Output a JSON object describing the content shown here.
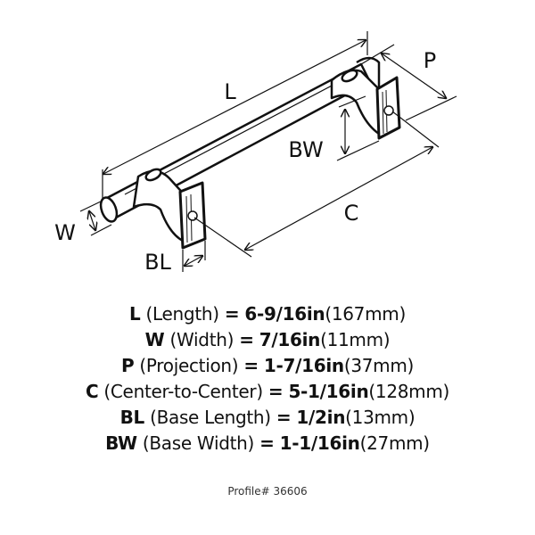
{
  "diagram": {
    "labels": {
      "L": "L",
      "P": "P",
      "BW": "BW",
      "C": "C",
      "W": "W",
      "BL": "BL"
    }
  },
  "specs": [
    {
      "key": "L",
      "name": "(Length)",
      "eq": "=",
      "inch": "6-9/16in",
      "mm": "(167mm)"
    },
    {
      "key": "W",
      "name": "(Width)",
      "eq": "=",
      "inch": "7/16in",
      "mm": "(11mm)"
    },
    {
      "key": "P",
      "name": "(Projection)",
      "eq": "=",
      "inch": "1-7/16in",
      "mm": "(37mm)"
    },
    {
      "key": "C",
      "name": "(Center-to-Center)",
      "eq": "=",
      "inch": "5-1/16in",
      "mm": "(128mm)"
    },
    {
      "key": "BL",
      "name": "(Base Length)",
      "eq": "=",
      "inch": "1/2in",
      "mm": "(13mm)"
    },
    {
      "key": "BW",
      "name": "(Base Width)",
      "eq": "=",
      "inch": "1-1/16in",
      "mm": "(27mm)"
    }
  ],
  "profile": "Profile# 36606"
}
